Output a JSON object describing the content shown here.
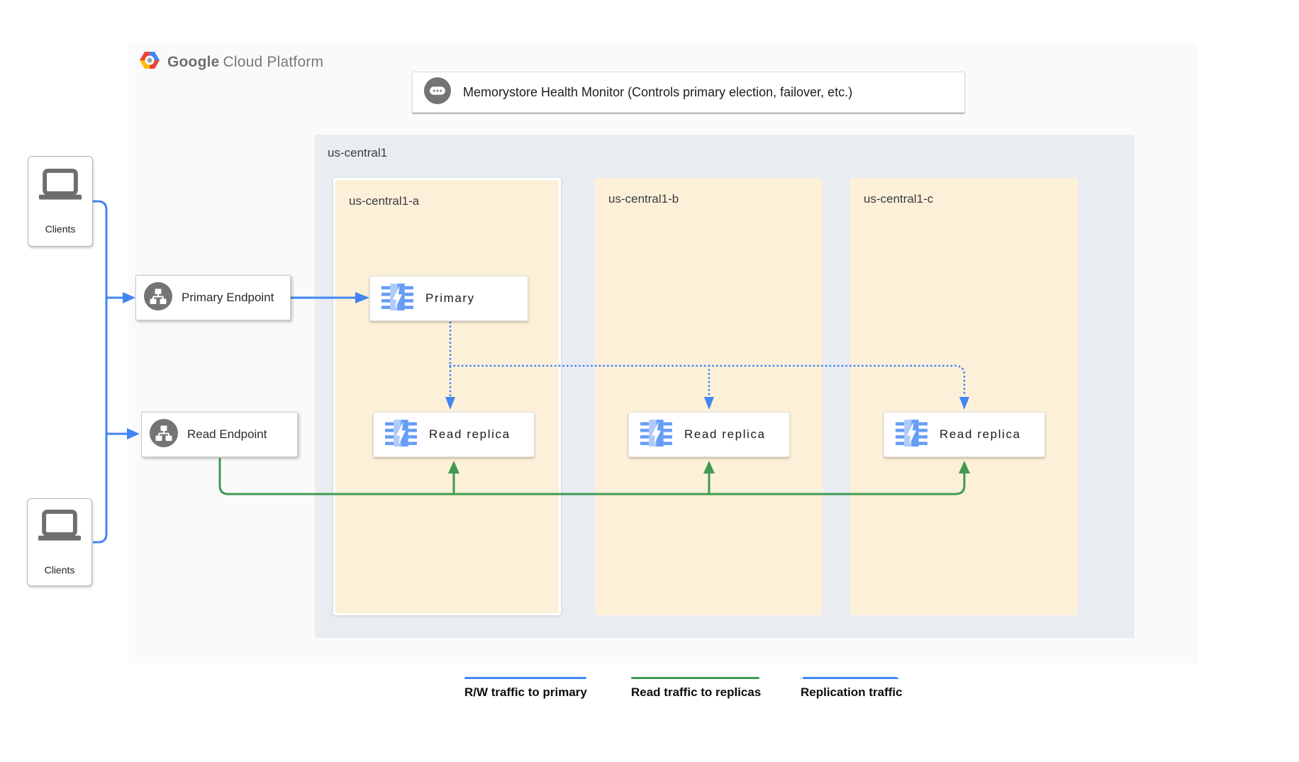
{
  "brand": {
    "google": "Google",
    "cloud_platform": "Cloud Platform"
  },
  "health_monitor": {
    "label": "Memorystore Health Monitor (Controls primary election, failover, etc.)"
  },
  "region": {
    "label": "us-central1",
    "zones": [
      {
        "label": "us-central1-a"
      },
      {
        "label": "us-central1-b"
      },
      {
        "label": "us-central1-c"
      }
    ]
  },
  "nodes": {
    "primary": {
      "label": "Primary"
    },
    "replicas": [
      {
        "label": "Read replica"
      },
      {
        "label": "Read replica"
      },
      {
        "label": "Read replica"
      }
    ]
  },
  "endpoints": {
    "primary": {
      "label": "Primary Endpoint"
    },
    "read": {
      "label": "Read Endpoint"
    }
  },
  "clients": {
    "top": {
      "label": "Clients"
    },
    "bottom": {
      "label": "Clients"
    }
  },
  "legend": {
    "items": [
      {
        "label": "R/W traffic to primary",
        "style": "solid",
        "color": "#4285f4"
      },
      {
        "label": "Read traffic to replicas",
        "style": "solid",
        "color": "#3f9a51"
      },
      {
        "label": "Replication traffic",
        "style": "dotted",
        "color": "#4285f4"
      }
    ]
  },
  "icons": {
    "brand": "gcp-hexagon-logo",
    "health_monitor": "chat-dots-icon",
    "endpoint": "network-sitemap-icon",
    "node": "memorystore-chip-icon",
    "clients": "laptop-icon"
  },
  "colors": {
    "rw_blue": "#4285f4",
    "read_green": "#3f9a51",
    "zone_fill": "#fdf0d9",
    "region_fill": "#e9edf2",
    "panel_fill": "#fafafa",
    "icon_gray": "#747474"
  }
}
